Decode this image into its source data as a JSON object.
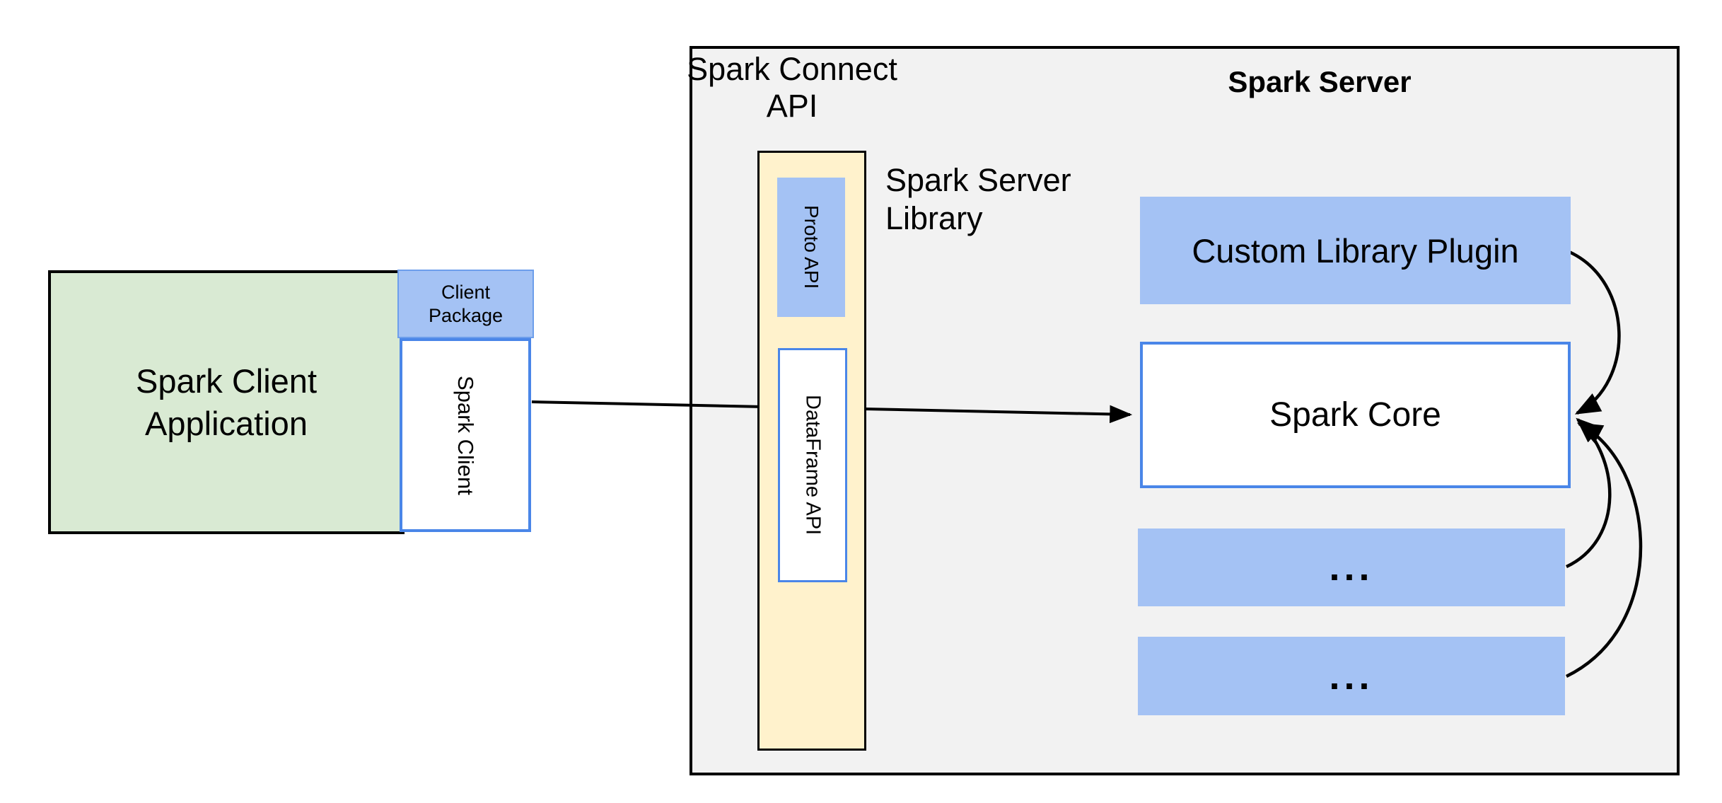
{
  "client": {
    "application_label": "Spark Client Application",
    "package_label": "Client Package",
    "spark_client_label": "Spark Client"
  },
  "connect": {
    "api_title": "Spark Connect API",
    "proto_label": "Proto API",
    "dataframe_label": "DataFrame API",
    "server_library_label": "Spark Server Library"
  },
  "server": {
    "title": "Spark Server",
    "plugin_label": "Custom Library Plugin",
    "core_label": "Spark Core",
    "ellipsis1": "...",
    "ellipsis2": "..."
  },
  "colors": {
    "green_fill": "#d9ead3",
    "blue_fill": "#a4c2f4",
    "yellow_fill": "#fff2cc",
    "gray_fill": "#f2f2f2",
    "blue_border": "#4a86e8",
    "arrow": "#000000"
  }
}
